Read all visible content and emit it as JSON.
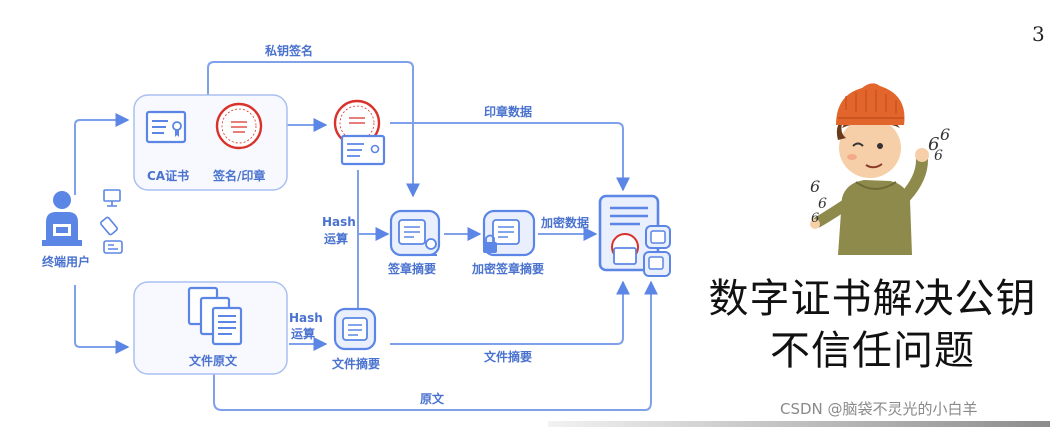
{
  "page_number": "3",
  "title_line1": "数字证书解决公钥",
  "title_line2": "不信任问题",
  "watermark": "CSDN @脑袋不灵光的小白羊",
  "diagram": {
    "nodes": {
      "terminal_user": "终端用户",
      "ca_cert": "CA证书",
      "sign_seal": "签名/印章",
      "file_original": "文件原文",
      "file_digest": "文件摘要",
      "seal_digest": "签章摘要",
      "encrypted_seal_digest": "加密签章摘要"
    },
    "edges": {
      "private_key_sign": "私钥签名",
      "seal_data": "印章数据",
      "hash_op_1": "Hash\n运算",
      "hash_op_1_line1": "Hash",
      "hash_op_1_line2": "运算",
      "hash_op_2_line1": "Hash",
      "hash_op_2_line2": "运算",
      "encrypted_data": "加密数据",
      "file_digest_edge": "文件摘要",
      "original_text": "原文"
    }
  },
  "colors": {
    "primary": "#5b86e5",
    "light_fill": "#e9effc",
    "seal_red": "#d9312b",
    "hat_orange": "#e2652c",
    "sweater_green": "#8d8a4c"
  }
}
